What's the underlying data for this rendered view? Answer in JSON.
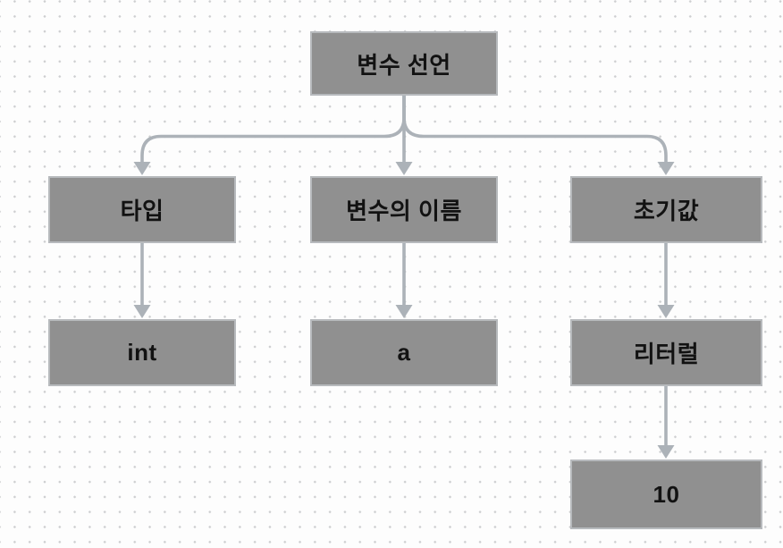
{
  "diagram": {
    "nodes": [
      {
        "id": "declaration",
        "label": "변수 선언"
      },
      {
        "id": "type",
        "label": "타입"
      },
      {
        "id": "variable_name",
        "label": "변수의 이름"
      },
      {
        "id": "initial_value",
        "label": "초기값"
      },
      {
        "id": "int",
        "label": "int"
      },
      {
        "id": "a",
        "label": "a"
      },
      {
        "id": "literal",
        "label": "리터럴"
      },
      {
        "id": "ten",
        "label": "10"
      }
    ],
    "edges": [
      {
        "from": "declaration",
        "to": "type"
      },
      {
        "from": "declaration",
        "to": "variable_name"
      },
      {
        "from": "declaration",
        "to": "initial_value"
      },
      {
        "from": "type",
        "to": "int"
      },
      {
        "from": "variable_name",
        "to": "a"
      },
      {
        "from": "initial_value",
        "to": "literal"
      },
      {
        "from": "literal",
        "to": "ten"
      }
    ]
  },
  "colors": {
    "background": "#fdfdfd",
    "dot": "#cdced0",
    "box_fill": "#909090",
    "box_border": "#b7babd",
    "text": "#121212",
    "arrow": "#acb2b8"
  }
}
